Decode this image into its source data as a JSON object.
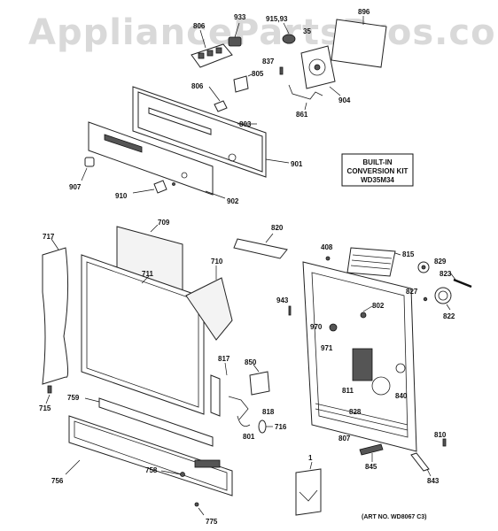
{
  "watermark": "AppliancePartsPros.com",
  "kit_box": {
    "line1": "BUILT-IN",
    "line2": "CONVERSION KIT",
    "line3": "WD35M34"
  },
  "art_number": "(ART NO. WD8067 C3)",
  "labels": {
    "l896": "896",
    "l933": "933",
    "l915": "915,93",
    "l935": "35",
    "l806a": "806",
    "l837": "837",
    "l805": "805",
    "l806b": "806",
    "l904": "904",
    "l861": "861",
    "l803": "803",
    "l901": "901",
    "l907": "907",
    "l910": "910",
    "l902": "902",
    "l709": "709",
    "l820": "820",
    "l717": "717",
    "l711": "711",
    "l710": "710",
    "l408": "408",
    "l815": "815",
    "l829": "829",
    "l823": "823",
    "l827": "827",
    "l822": "822",
    "l943": "943",
    "l802": "802",
    "l970": "970",
    "l971": "971",
    "l817": "817",
    "l850": "850",
    "l811": "811",
    "l840": "840",
    "l828": "828",
    "l715": "715",
    "l759": "759",
    "l818": "818",
    "l801": "801",
    "l716": "716",
    "l807": "807",
    "l810": "810",
    "l756": "756",
    "l758": "758",
    "l845": "845",
    "l843": "843",
    "l1": "1",
    "l775": "775"
  }
}
